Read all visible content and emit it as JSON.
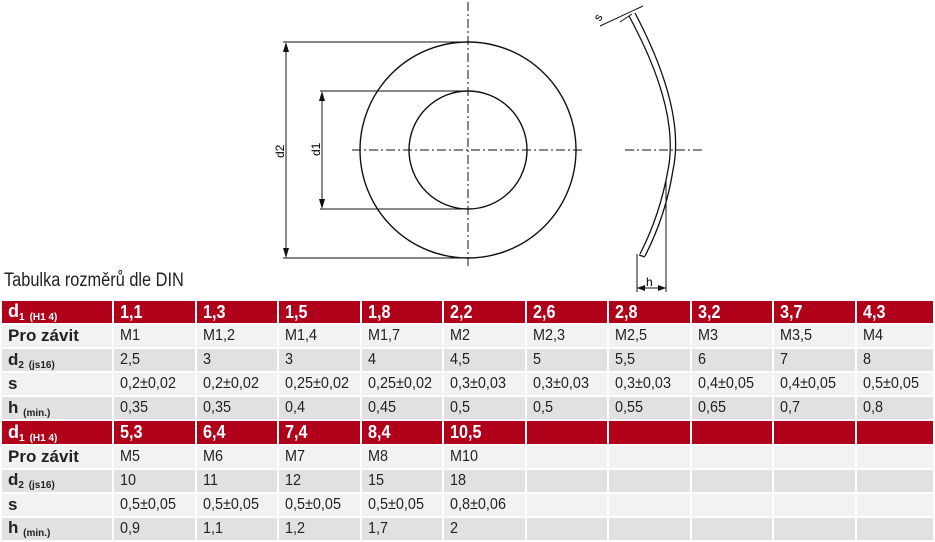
{
  "drawing": {
    "label_d2": "d2",
    "label_d1": "d1",
    "label_s": "s",
    "label_h": "h"
  },
  "title": "Tabulka rozměrů dle DIN",
  "colors": {
    "header": "#b0001a",
    "row_light": "#f1f2f1",
    "row_gray": "#e1e1e3"
  },
  "labels": {
    "d1": "d",
    "d1_sub": "1",
    "d1_note": "(H1 4)",
    "thread": "Pro závit",
    "d2": "d",
    "d2_sub": "2",
    "d2_note": "(js16)",
    "s": "s",
    "h": "h",
    "h_note": "(min.)"
  },
  "blocks": [
    {
      "d1": [
        "1,1",
        "1,3",
        "1,5",
        "1,8",
        "2,2",
        "2,6",
        "2,8",
        "3,2",
        "3,7",
        "4,3"
      ],
      "thread": [
        "M1",
        "M1,2",
        "M1,4",
        "M1,7",
        "M2",
        "M2,3",
        "M2,5",
        "M3",
        "M3,5",
        "M4"
      ],
      "d2": [
        "2,5",
        "3",
        "3",
        "4",
        "4,5",
        "5",
        "5,5",
        "6",
        "7",
        "8"
      ],
      "s": [
        "0,2±0,02",
        "0,2±0,02",
        "0,25±0,02",
        "0,25±0,02",
        "0,3±0,03",
        "0,3±0,03",
        "0,3±0,03",
        "0,4±0,05",
        "0,4±0,05",
        "0,5±0,05"
      ],
      "h": [
        "0,35",
        "0,35",
        "0,4",
        "0,45",
        "0,5",
        "0,5",
        "0,55",
        "0,65",
        "0,7",
        "0,8"
      ]
    },
    {
      "d1": [
        "5,3",
        "6,4",
        "7,4",
        "8,4",
        "10,5",
        "",
        "",
        "",
        "",
        ""
      ],
      "thread": [
        "M5",
        "M6",
        "M7",
        "M8",
        "M10",
        "",
        "",
        "",
        "",
        ""
      ],
      "d2": [
        "10",
        "11",
        "12",
        "15",
        "18",
        "",
        "",
        "",
        "",
        ""
      ],
      "s": [
        "0,5±0,05",
        "0,5±0,05",
        "0,5±0,05",
        "0,5±0,05",
        "0,8±0,06",
        "",
        "",
        "",
        "",
        ""
      ],
      "h": [
        "0,9",
        "1,1",
        "1,2",
        "1,7",
        "2",
        "",
        "",
        "",
        "",
        ""
      ]
    }
  ]
}
